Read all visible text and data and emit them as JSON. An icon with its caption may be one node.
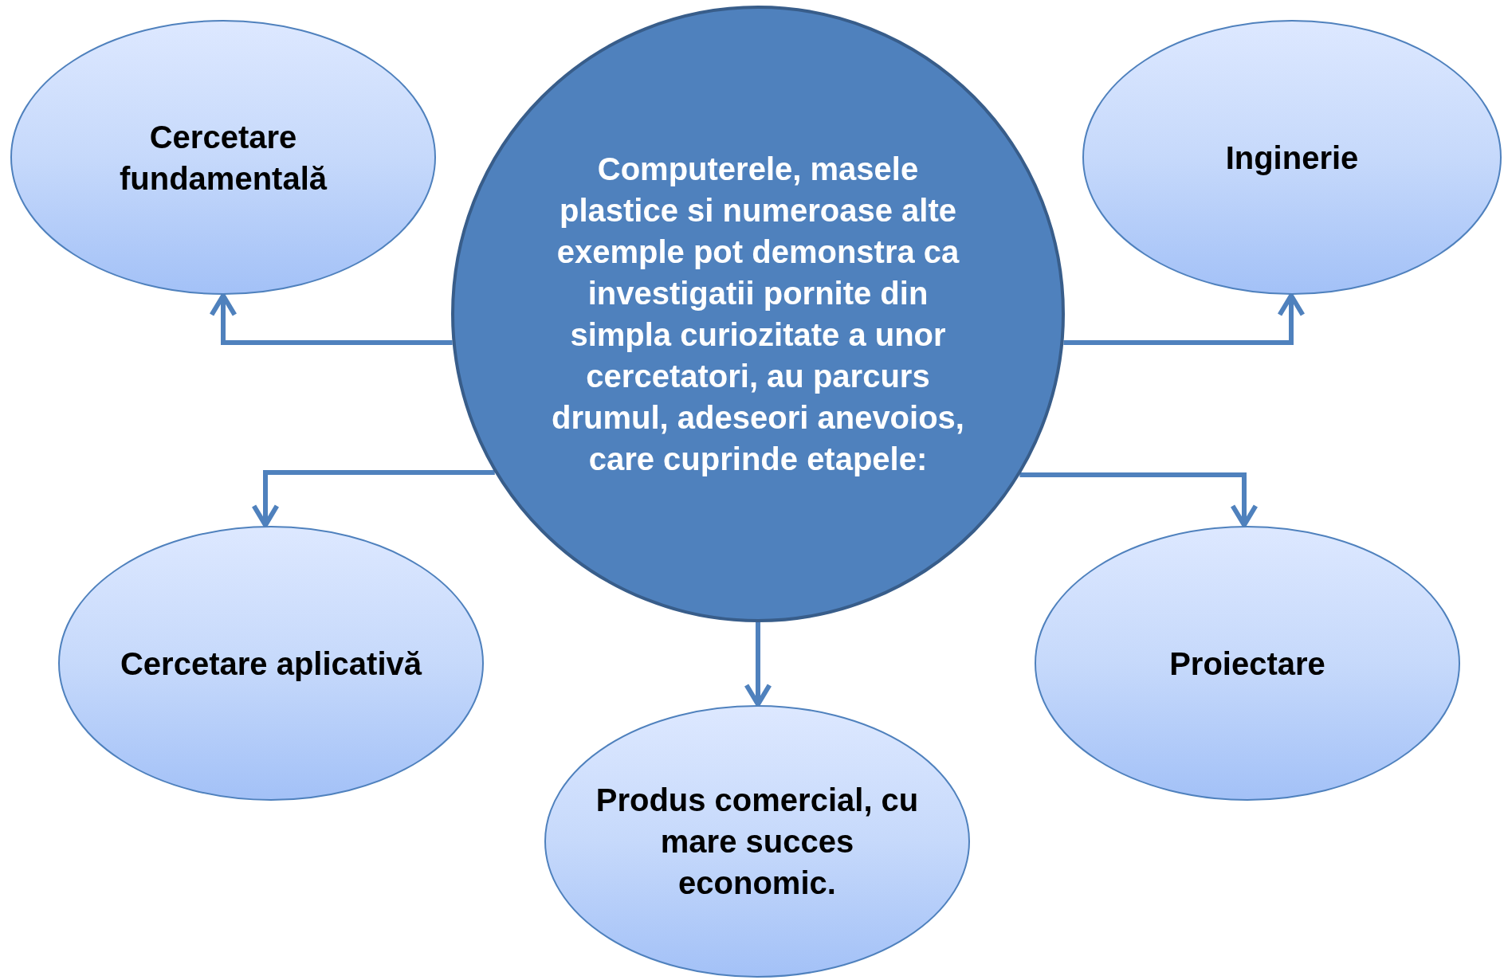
{
  "diagram": {
    "nodes": [
      {
        "text": [
          "Computerele, masele plastice si numeroase alte exemple pot demonstra ca investigatii pornite din simpla curiozitate a unor cercetatori, au parcurs drumul, adeseori anevoios, care cuprinde etapele:"
        ]
      },
      {
        "text": [
          "Cercetare fundamentală"
        ]
      },
      {
        "text": [
          "Inginerie"
        ]
      },
      {
        "text": [
          "Cercetare aplicativă"
        ]
      },
      {
        "text": [
          "Proiectare"
        ]
      },
      {
        "text": [
          "Produs comercial, cu mare succes economic."
        ]
      }
    ],
    "edges": [
      {
        "from": 0,
        "to": 1,
        "arrow": "to"
      },
      {
        "from": 0,
        "to": 2,
        "arrow": "to"
      },
      {
        "from": 0,
        "to": 3,
        "arrow": "to"
      },
      {
        "from": 0,
        "to": 4,
        "arrow": "to"
      },
      {
        "from": 0,
        "to": 5,
        "arrow": "to"
      }
    ]
  }
}
